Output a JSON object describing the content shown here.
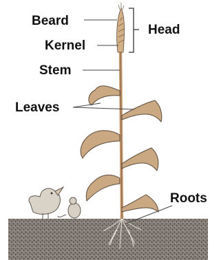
{
  "labels": {
    "beard": "Beard",
    "kernel": "Kernel",
    "head": "Head",
    "stem": "Stem",
    "leaves": "Leaves",
    "roots": "Roots"
  },
  "colors": {
    "stem": "#d2a87f",
    "stem_outline": "#5a4a3c",
    "leaf_fill": "#c9a882",
    "soil": "#7b736c",
    "label_text": "#111111"
  }
}
